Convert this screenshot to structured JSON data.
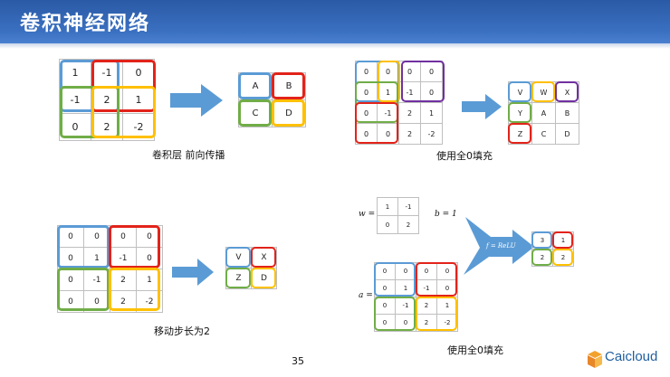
{
  "title": "卷积神经网络",
  "page_number": "35",
  "logo_text": "Caicloud",
  "colors": {
    "blue": "#5b9bd5",
    "red": "#e2231a",
    "green": "#70ad47",
    "yellow": "#ffc000",
    "purple": "#7030a0",
    "header": "#2f62ae",
    "arrow": "#5b9bd5"
  },
  "panels": {
    "forward": {
      "caption": "卷积层 前向传播",
      "input": [
        [
          "1",
          "-1",
          "0"
        ],
        [
          "-1",
          "2",
          "1"
        ],
        [
          "0",
          "2",
          "-2"
        ]
      ],
      "output": [
        [
          "A",
          "B"
        ],
        [
          "C",
          "D"
        ]
      ]
    },
    "padding": {
      "caption": "使用全0填充",
      "input": [
        [
          "0",
          "0",
          "0",
          "0"
        ],
        [
          "0",
          "1",
          "-1",
          "0"
        ],
        [
          "0",
          "-1",
          "2",
          "1"
        ],
        [
          "0",
          "0",
          "2",
          "-2"
        ]
      ],
      "output": [
        [
          "V",
          "W",
          "X"
        ],
        [
          "Y",
          "A",
          "B"
        ],
        [
          "Z",
          "C",
          "D"
        ]
      ]
    },
    "stride": {
      "caption": "移动步长为2",
      "input": [
        [
          "0",
          "0",
          "0",
          "0"
        ],
        [
          "0",
          "1",
          "-1",
          "0"
        ],
        [
          "0",
          "-1",
          "2",
          "1"
        ],
        [
          "0",
          "0",
          "2",
          "-2"
        ]
      ],
      "output": [
        [
          "V",
          "X"
        ],
        [
          "Z",
          "D"
        ]
      ]
    },
    "compute": {
      "caption": "使用全0填充",
      "w_label": "w =",
      "b_label": "b = 1",
      "a_label": "a =",
      "f_label": "f = ReLU",
      "weights": [
        [
          "1",
          "-1"
        ],
        [
          "0",
          "2"
        ]
      ],
      "input": [
        [
          "0",
          "0",
          "0",
          "0"
        ],
        [
          "0",
          "1",
          "-1",
          "0"
        ],
        [
          "0",
          "-1",
          "2",
          "1"
        ],
        [
          "0",
          "0",
          "2",
          "-2"
        ]
      ],
      "output": [
        [
          "3",
          "1"
        ],
        [
          "2",
          "2"
        ]
      ]
    }
  }
}
